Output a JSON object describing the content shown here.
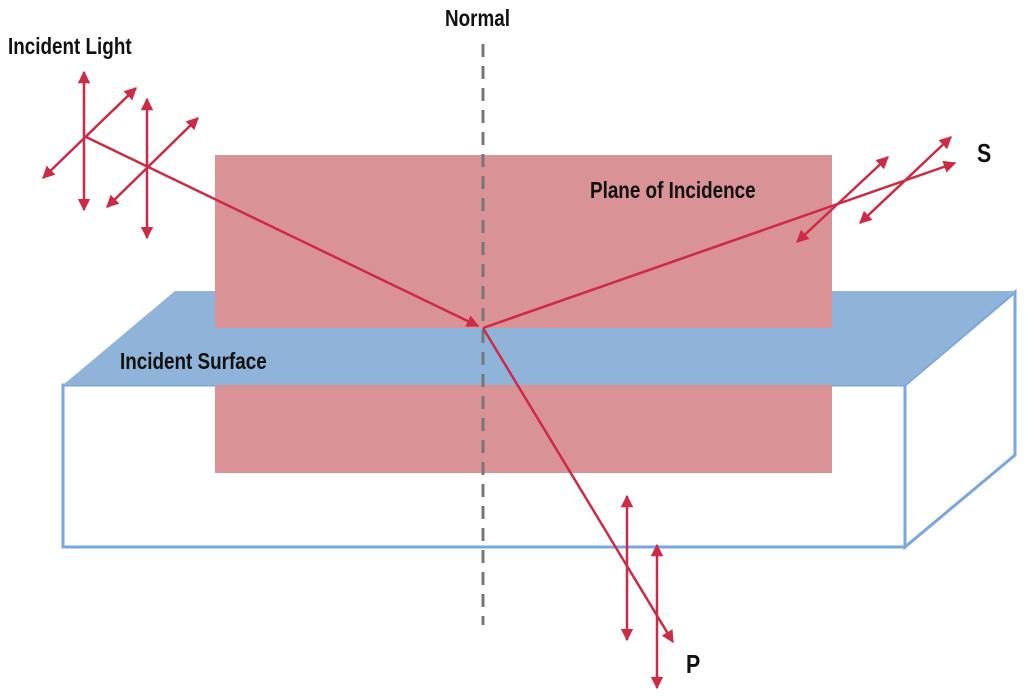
{
  "labels": {
    "normal": "Normal",
    "incident_light": "Incident Light",
    "plane_of_incidence": "Plane of Incidence",
    "incident_surface": "Incident Surface",
    "s": "S",
    "p": "P"
  },
  "colors": {
    "ray": "#cc2a45",
    "plane_fill": "#d99396",
    "surface_top": "#8fb3d9",
    "box_edge": "#7aa7dd",
    "normal_line": "#777777",
    "text": "#111111"
  }
}
